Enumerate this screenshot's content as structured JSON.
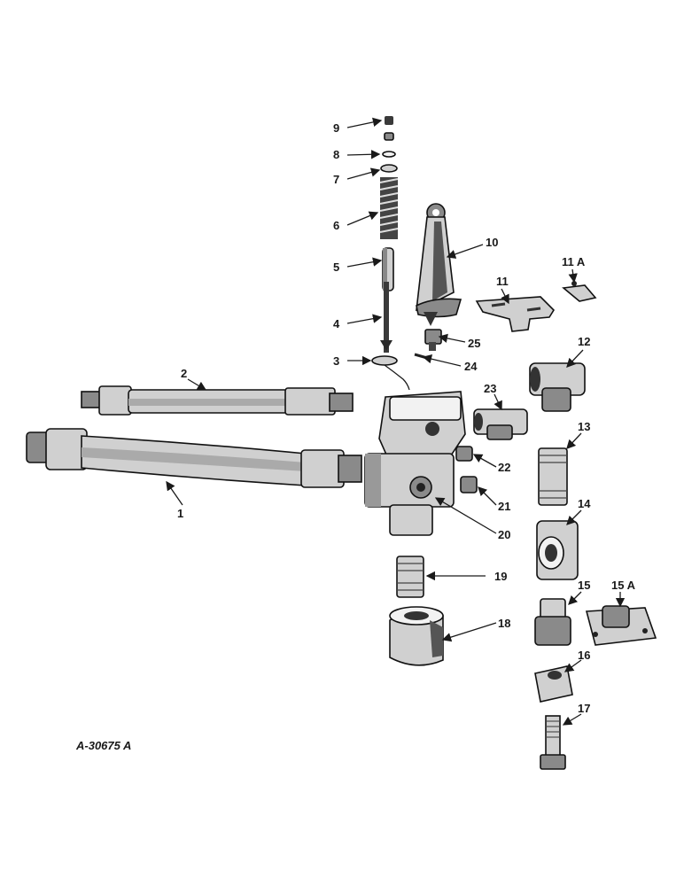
{
  "drawing_id": "A-30675 A",
  "callouts": {
    "c1": "1",
    "c2": "2",
    "c3": "3",
    "c4": "4",
    "c5": "5",
    "c6": "6",
    "c7": "7",
    "c8": "8",
    "c9": "9",
    "c10": "10",
    "c11": "11",
    "c11a": "11 A",
    "c12": "12",
    "c13": "13",
    "c14": "14",
    "c15": "15",
    "c15a": "15 A",
    "c16": "16",
    "c17": "17",
    "c18": "18",
    "c19": "19",
    "c20": "20",
    "c21": "21",
    "c22": "22",
    "c23": "23",
    "c24": "24",
    "c25": "25"
  }
}
